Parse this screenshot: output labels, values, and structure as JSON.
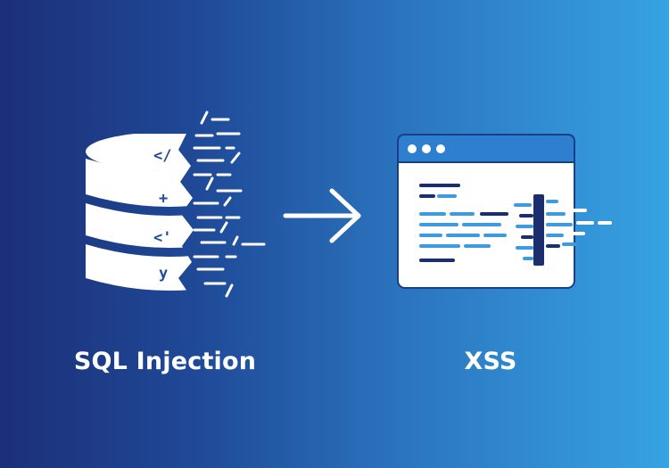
{
  "diagram": {
    "left": {
      "label": "SQL Injection",
      "icon": "database-icon",
      "glyphs": [
        "</",
        "+",
        "<'",
        "y"
      ]
    },
    "connector": {
      "icon": "arrow-right-icon"
    },
    "right": {
      "label": "XSS",
      "icon": "browser-window-icon"
    }
  },
  "colors": {
    "bg_start": "#1c2f78",
    "bg_end": "#36a3e2",
    "icon_fill": "#ffffff",
    "window_bar": "#2f7fd0",
    "window_frame": "#1b3e8a",
    "code_dark": "#1b2f6e",
    "code_light": "#3f9be0"
  }
}
